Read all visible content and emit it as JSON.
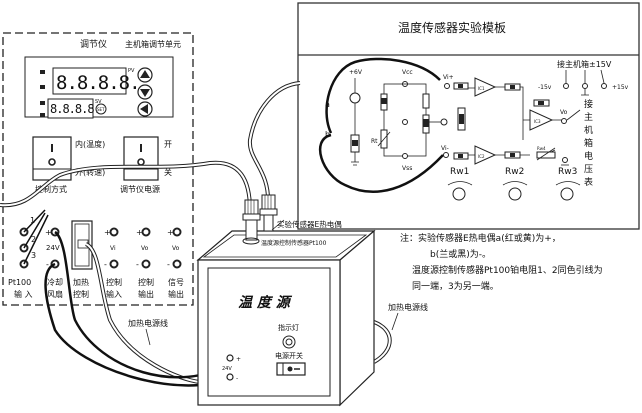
{
  "controller_unit": {
    "title": "调节仪",
    "subtitle": "主机箱调节单元",
    "display_top": "8.8.8.8.",
    "display_bottom": "8.8.8.8.",
    "pv_label": "PV",
    "sv_label": "SV",
    "set_button": "SET",
    "control_mode_switch": {
      "on_label": "内(温度)",
      "off_label": "外(转速)",
      "caption": "控制方式"
    },
    "power_switch": {
      "on_label": "开",
      "off_label": "关",
      "caption": "调节仪电源"
    },
    "terminals": {
      "pt100_numbers": [
        "1",
        "2",
        "3"
      ],
      "voltage_24": "24V",
      "plus": "+",
      "minus": "-",
      "vi": "Vi",
      "vo": "Vo",
      "vo2": "Vo"
    },
    "bottom_labels": [
      {
        "line1": "Pt100",
        "line2": "输  入"
      },
      {
        "line1": "冷却",
        "line2": "风扇"
      },
      {
        "line1": "加热",
        "line2": "控制"
      },
      {
        "line1": "控制",
        "line2": "输入"
      },
      {
        "line1": "控制",
        "line2": "输出"
      },
      {
        "line1": "信号",
        "line2": "输出"
      }
    ]
  },
  "sensor_board": {
    "title": "温度传感器实验模板",
    "supply_label": "接主机箱±15V",
    "neg15": "-15v",
    "pos15": "+15v",
    "plus6v": "+6V",
    "vcc": "Vcc",
    "vss": "Vss",
    "vi_plus": "Vi+",
    "vi_minus": "Vi-",
    "vo": "Vo",
    "a": "a",
    "b": "b",
    "rt": "Rt",
    "ic1": "IC1",
    "ic2": "IC2",
    "ic3": "IC3",
    "rw": [
      "Rw1",
      "Rw2",
      "Rw3"
    ],
    "rw4": "Rw4",
    "meter_label": [
      "接",
      "主",
      "机",
      "箱",
      "电",
      "压",
      "表"
    ]
  },
  "temperature_source": {
    "title": "温 度 源",
    "indicator_label": "指示灯",
    "power_switch_label": "电源开关",
    "v24": "24V",
    "plus": "+",
    "minus": "-",
    "thermocouple_label": "实验传感器E热电偶",
    "pt100_label": "温度源控制传感器Pt100"
  },
  "labels": {
    "heater_cable_left": "加热电源线",
    "heater_cable_right": "加热电源线"
  },
  "notes": {
    "line1": "注：实验传感器E热电偶a(红或黄)为+，",
    "line2": "b(兰或黑)为-。",
    "line3": "温度源控制传感器Pt100铂电阻1、2同色引线为",
    "line4": "同一端，3为另一端。"
  }
}
